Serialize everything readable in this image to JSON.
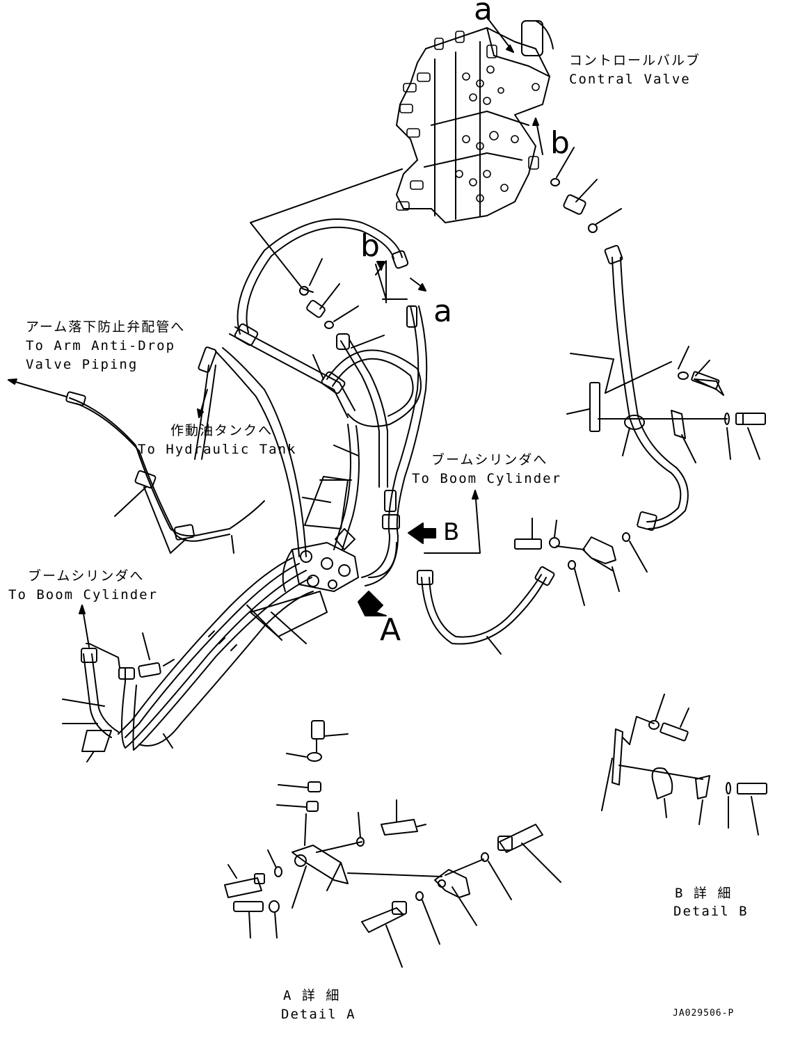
{
  "labels": {
    "control_valve_jp": "コントロールバルブ",
    "control_valve_en": "Contral Valve",
    "arm_anti_drop_jp": "アーム落下防止弁配管へ",
    "arm_anti_drop_en1": "To Arm Anti-Drop",
    "arm_anti_drop_en2": "Valve Piping",
    "hydraulic_tank_jp": "作動油タンクへ",
    "hydraulic_tank_en": "To Hydraulic Tank",
    "boom_cyl_right_jp": "ブームシリンダへ",
    "boom_cyl_right_en": "To Boom Cylinder",
    "boom_cyl_left_jp": "ブームシリンダへ",
    "boom_cyl_left_en": "To Boom Cylinder",
    "detail_a_jp": "A 詳 細",
    "detail_a_en": "Detail A",
    "detail_b_jp": "B 詳 細",
    "detail_b_en": "Detail B",
    "drawing_code": "JA029506-P"
  },
  "markers": {
    "a_top": "a",
    "b_top": "b",
    "b_mid": "b",
    "a_mid": "a",
    "view_a": "A",
    "view_b": "B"
  }
}
